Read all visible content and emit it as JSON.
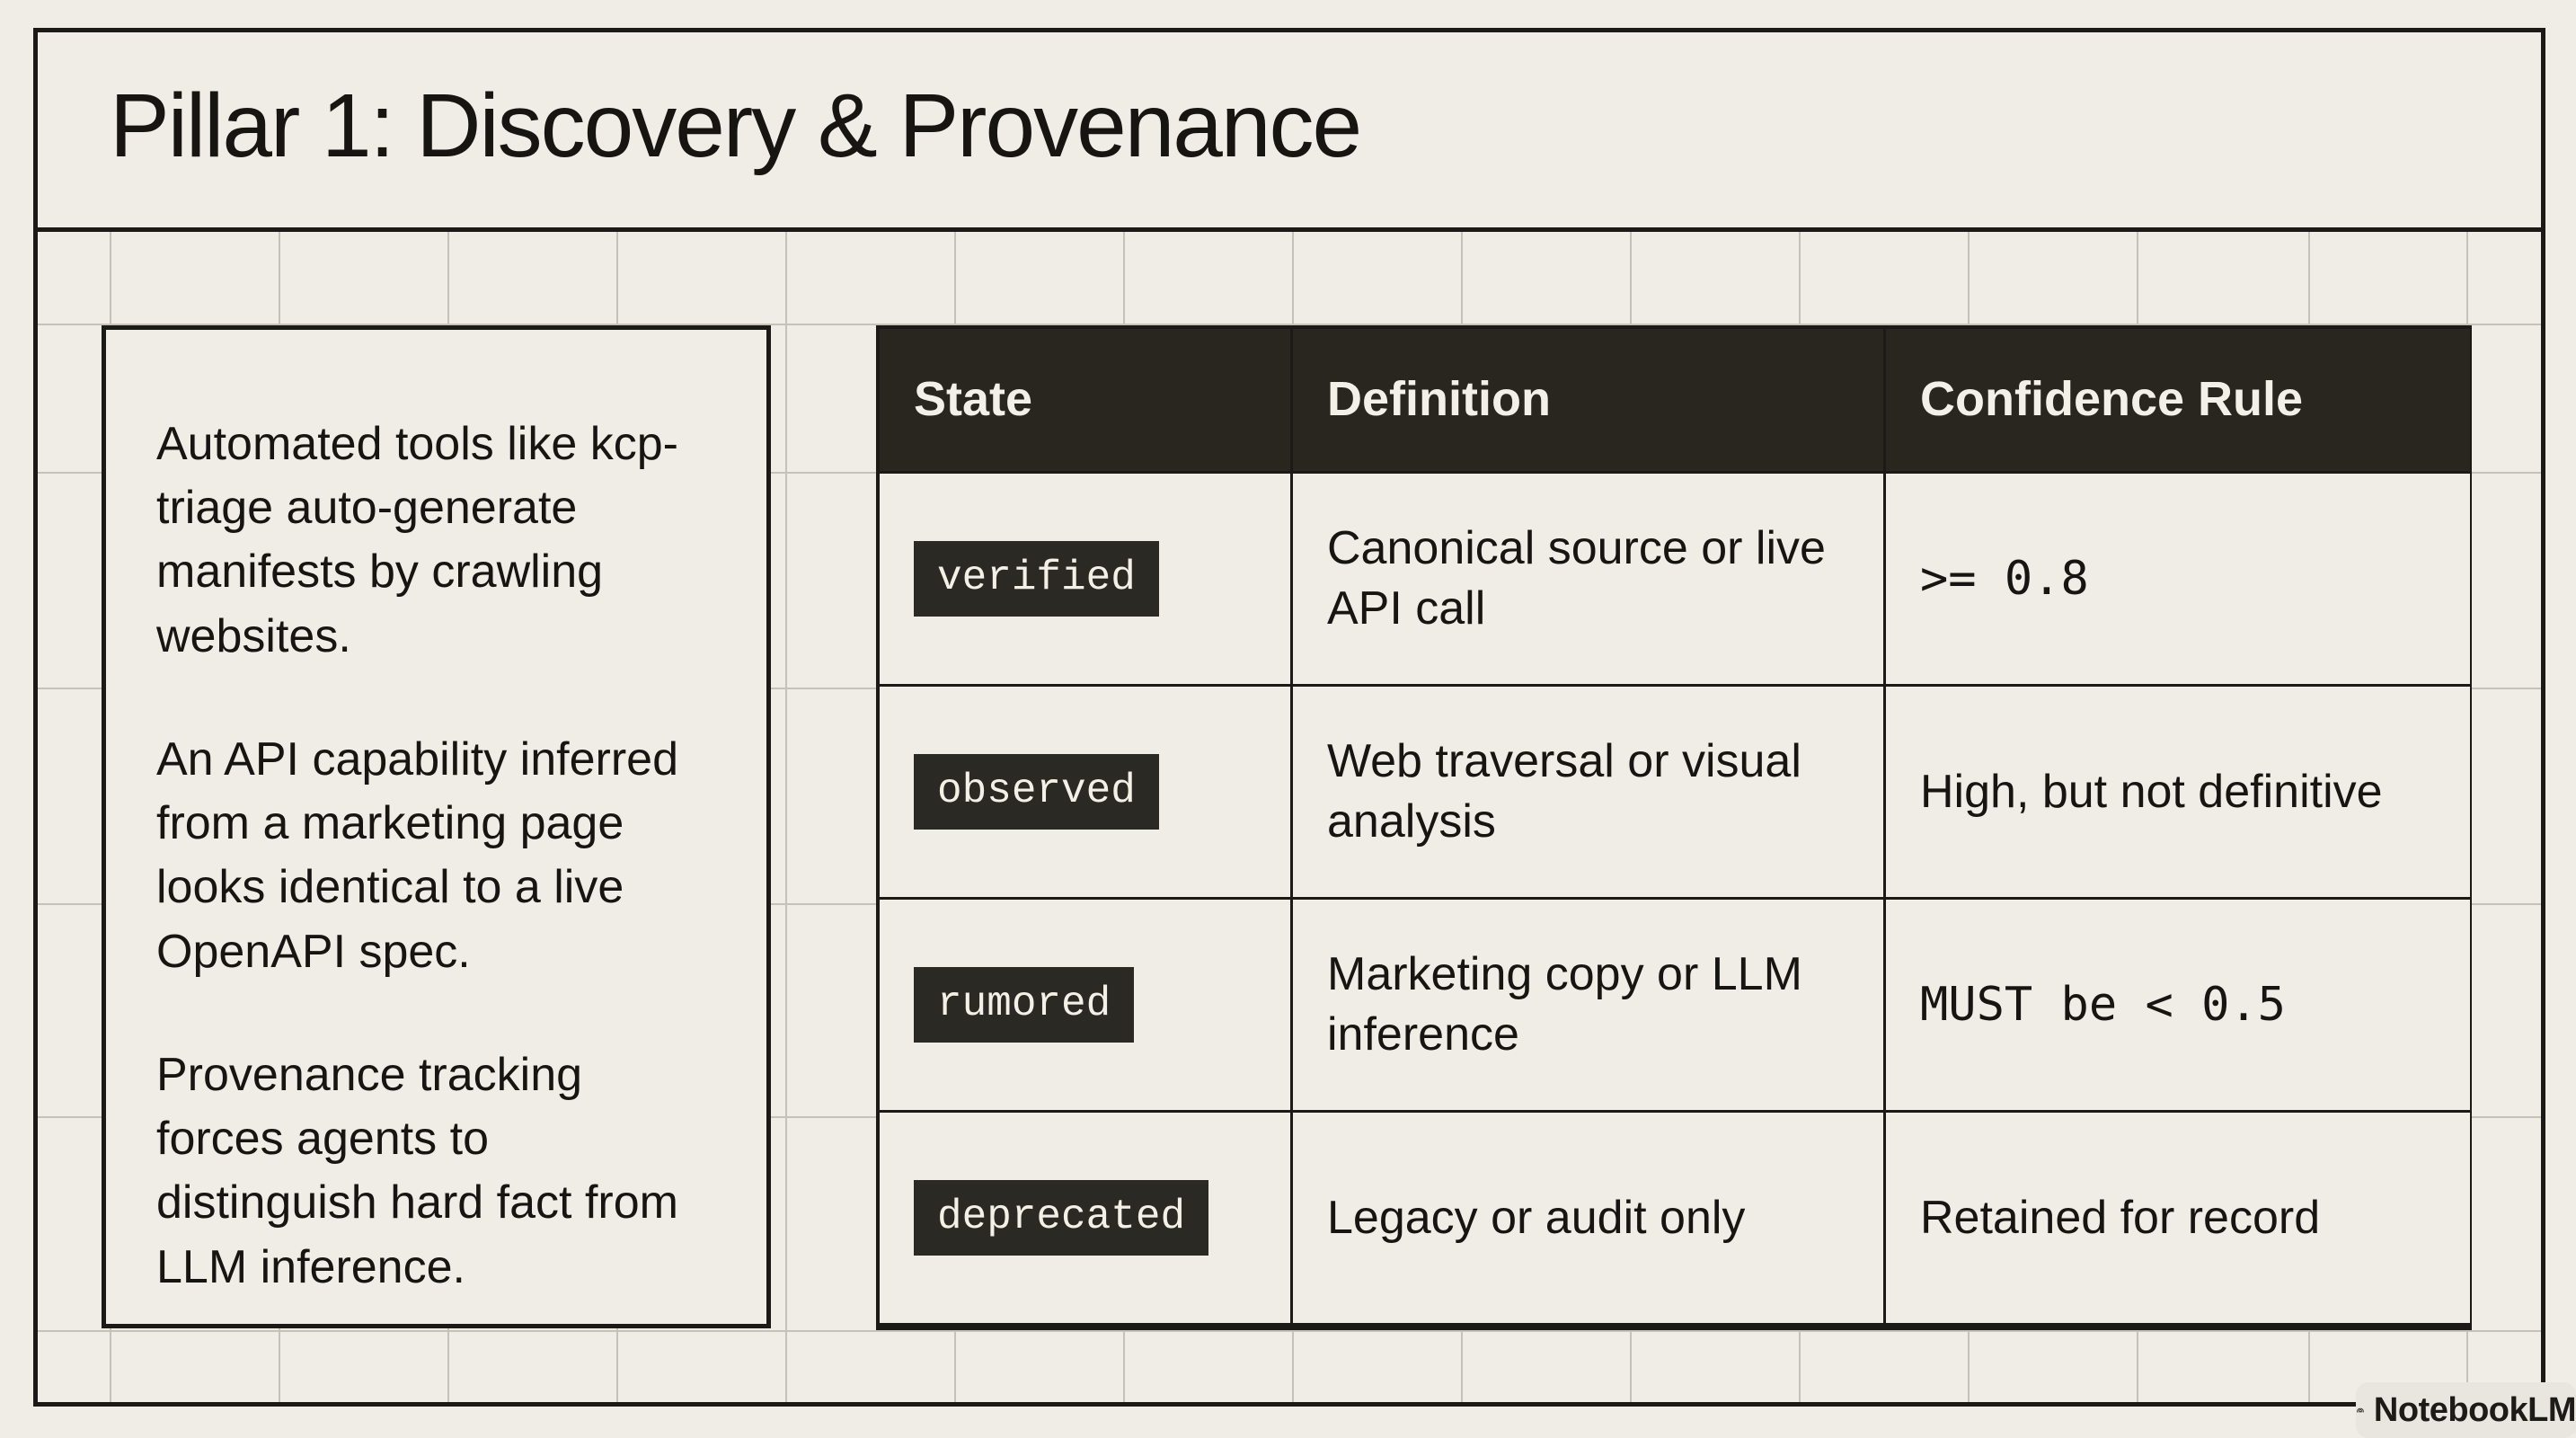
{
  "title": "Pillar 1: Discovery & Provenance",
  "left_panel": {
    "paragraphs": [
      "Automated tools like kcp-triage auto-generate manifests by crawling websites.",
      "An API capability inferred from a marketing page looks identical to a live OpenAPI spec.",
      "Provenance tracking forces agents to distinguish hard fact from LLM inference."
    ]
  },
  "table": {
    "columns": [
      "State",
      "Definition",
      "Confidence Rule"
    ],
    "rows": [
      {
        "state": "verified",
        "definition": "Canonical source or live API call",
        "confidence": ">= 0.8"
      },
      {
        "state": "observed",
        "definition": "Web traversal or visual analysis",
        "confidence": "High, but not definitive"
      },
      {
        "state": "rumored",
        "definition": "Marketing copy or LLM inference",
        "confidence": "MUST be < 0.5"
      },
      {
        "state": "deprecated",
        "definition": "Legacy or audit only",
        "confidence": "Retained for record"
      }
    ]
  },
  "watermark": {
    "label": "NotebookLM"
  },
  "colors": {
    "paper": "#f0ede6",
    "ink": "#1b1a16",
    "header_bg": "#28261f",
    "badge_bg": "#2b2923",
    "badge_text": "#f3f0e8",
    "grid": "#c6c2b8",
    "watermark_bg": "#e9e6df"
  }
}
